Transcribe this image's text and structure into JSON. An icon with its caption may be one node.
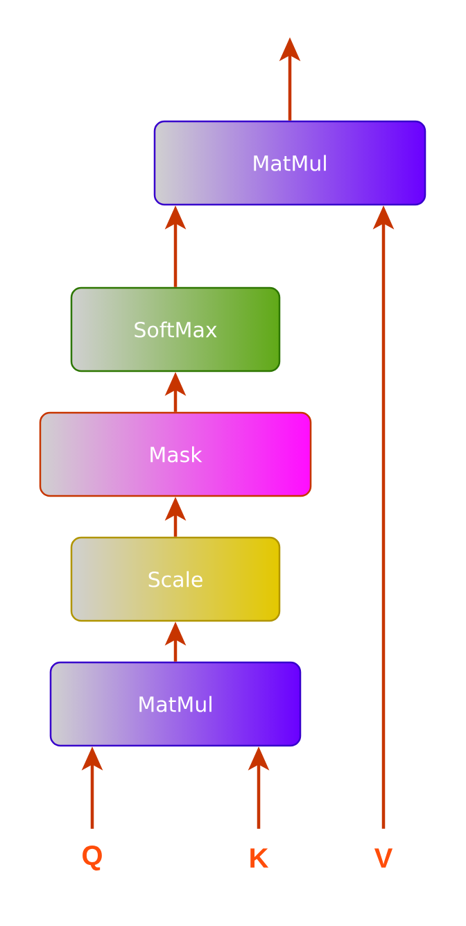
{
  "diagram": {
    "nodes": [
      {
        "text": [
          "MatMul"
        ]
      },
      {
        "text": [
          "SoftMax"
        ]
      },
      {
        "text": [
          "Mask"
        ]
      },
      {
        "text": [
          "Scale"
        ]
      },
      {
        "text": [
          "MatMul"
        ]
      },
      {
        "text": [
          "Q"
        ]
      },
      {
        "text": [
          "K"
        ]
      },
      {
        "text": [
          "V"
        ]
      }
    ],
    "edges": [
      {
        "from": 4,
        "to": 3,
        "arrow": "to"
      },
      {
        "from": 3,
        "to": 2,
        "arrow": "to"
      },
      {
        "from": 2,
        "to": 1,
        "arrow": "to"
      },
      {
        "from": 1,
        "to": 0,
        "arrow": "to"
      },
      {
        "from": 0,
        "to": null,
        "arrow": "to"
      },
      {
        "from": 5,
        "to": 4,
        "arrow": "to"
      },
      {
        "from": 6,
        "to": 4,
        "arrow": "to"
      },
      {
        "from": 7,
        "to": 0,
        "arrow": "to"
      }
    ]
  }
}
